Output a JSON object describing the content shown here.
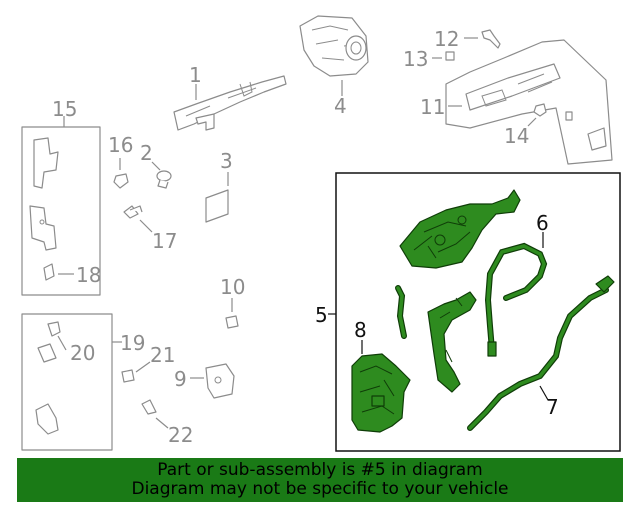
{
  "callouts": {
    "c1": "1",
    "c2": "2",
    "c3": "3",
    "c4": "4",
    "c5": "5",
    "c6": "6",
    "c7": "7",
    "c8": "8",
    "c9": "9",
    "c10": "10",
    "c11": "11",
    "c12": "12",
    "c13": "13",
    "c14": "14",
    "c15": "15",
    "c16": "16",
    "c17": "17",
    "c18": "18",
    "c19": "19",
    "c20": "20",
    "c21": "21",
    "c22": "22"
  },
  "highlight_color": "#2e8b1f",
  "banner": {
    "line1": "Part or sub-assembly is #5 in diagram",
    "line2": "Diagram may not be specific to your vehicle",
    "color": "#1a7a16"
  }
}
